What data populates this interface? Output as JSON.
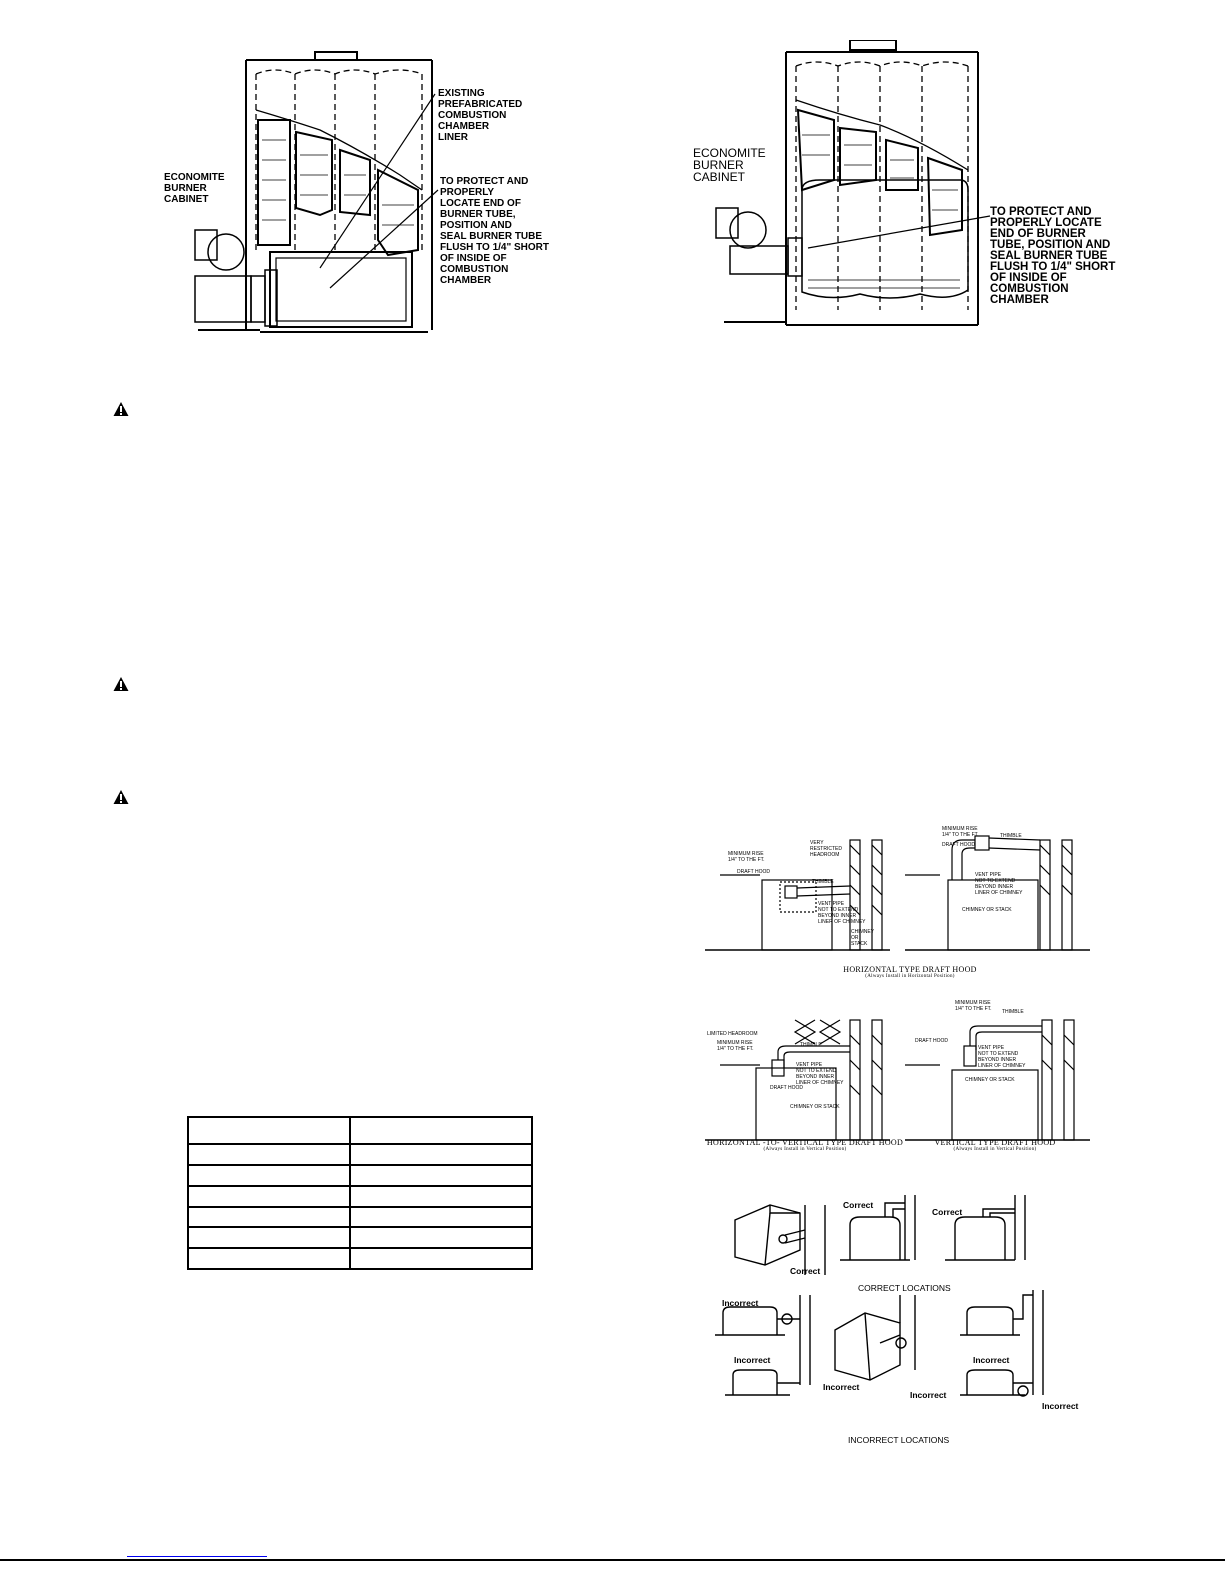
{
  "fig_left": {
    "existing_liner": "EXISTING\nPREFABRICATED\nCOMBUSTION\nCHAMBER\nLINER",
    "economite": "ECONOMITE\nBURNER\nCABINET",
    "protect": "TO PROTECT AND\nPROPERLY\nLOCATE END OF\nBURNER TUBE,\nPOSITION AND\nSEAL BURNER TUBE\nFLUSH TO 1/4\" SHORT\nOF INSIDE OF\nCOMBUSTION\nCHAMBER"
  },
  "fig_right": {
    "economite": "ECONOMITE\nBURNER\nCABINET",
    "protect": "TO PROTECT AND\nPROPERLY LOCATE\nEND OF BURNER\nTUBE, POSITION AND\nSEAL BURNER TUBE\nFLUSH TO 1/4\" SHORT\nOF INSIDE OF\nCOMBUSTION\nCHAMBER"
  },
  "draft_hood": {
    "min_rise": "MINIMUM RISE\n1/4\" TO THE FT.",
    "draft_hood": "DRAFT HOOD",
    "thimble": "THIMBLE",
    "very_restricted": "VERY\nRESTRICTED\nHEADROOM",
    "vent_pipe": "VENT PIPE\nNOT TO EXTEND\nBEYOND INNER\nLINER OF CHIMNEY",
    "chimney_or_stack": "CHIMNEY\nOR\nSTACK",
    "chimney_stack": "CHIMNEY OR STACK",
    "limited_headroom": "LIMITED HEADROOM",
    "cap_horizontal": "HORIZONTAL TYPE DRAFT HOOD",
    "cap_horizontal_sub": "(Always Install in Horizontal Position)",
    "cap_h2v": "HORIZONTAL -to- VERTICAL TYPE DRAFT HOOD",
    "cap_h2v_sub": "(Always Install in Vertical Position)",
    "cap_vertical": "VERTICAL TYPE DRAFT HOOD",
    "cap_vertical_sub": "(Always Install in Vertical Position)"
  },
  "locations": {
    "correct": "Correct",
    "incorrect": "Incorrect",
    "correct_caption": "CORRECT LOCATIONS",
    "incorrect_caption": "INCORRECT LOCATIONS"
  },
  "colors": {
    "ink": "#000000",
    "link": "#0000ee"
  }
}
